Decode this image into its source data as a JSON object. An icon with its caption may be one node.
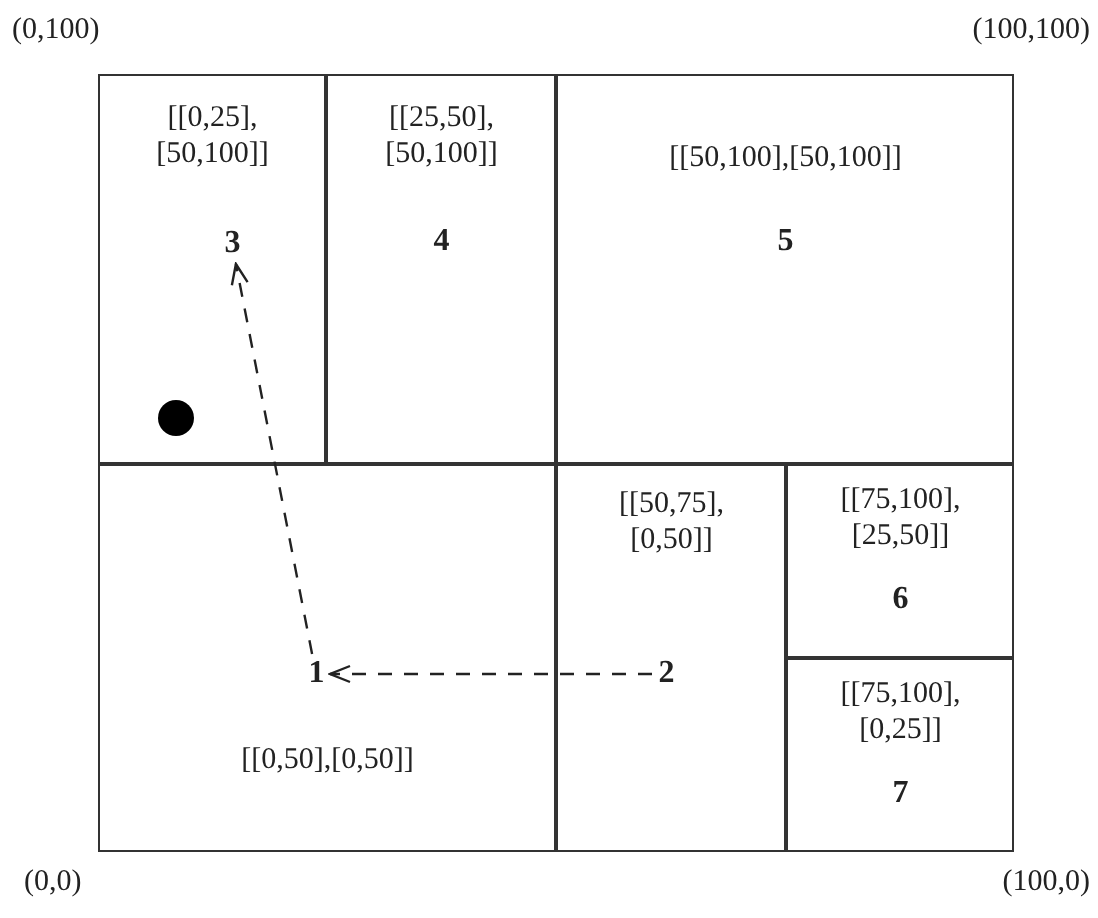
{
  "diagram": {
    "nodes": [
      {
        "text": [
          "[[0,25], [50,100]]"
        ]
      },
      {
        "text": [
          "3"
        ],
        "in": 0
      },
      {
        "text": [
          "[[25,50], [50,100]]",
          "4"
        ]
      },
      {
        "text": [
          "[[50,100],[50,100]]",
          "5"
        ]
      },
      {
        "text": [
          "[[0,50],[0,50]]"
        ]
      },
      {
        "text": [
          "1"
        ],
        "in": 4
      },
      {
        "text": [
          "[[50,75], [0,50]]"
        ]
      },
      {
        "text": [
          "2"
        ],
        "in": 6
      },
      {
        "text": [
          "[[75,100], [25,50]]",
          "6"
        ]
      },
      {
        "text": [
          "[[75,100], [0,25]]",
          "7"
        ]
      }
    ],
    "edges": [
      {
        "from": 7,
        "to": 5,
        "arrow": "to",
        "style": "dashed"
      },
      {
        "from": 5,
        "to": 1,
        "arrow": "to",
        "style": "dashed"
      }
    ],
    "labels": [
      "(0,100)",
      "(100,100)",
      "(0,0)",
      "(100,0)"
    ]
  }
}
